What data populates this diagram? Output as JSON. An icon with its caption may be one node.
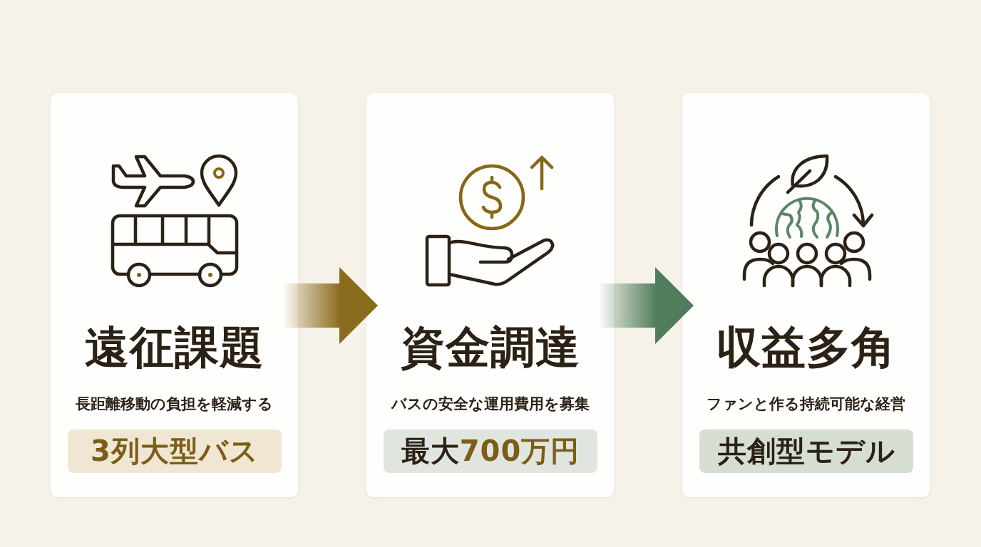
{
  "diagram": {
    "nodes": [
      {
        "text": [
          "遠征課題",
          "長距離移動の負担を軽減する"
        ]
      },
      {
        "text": [
          "3列大型バス"
        ],
        "in": 0
      },
      {
        "text": [
          "資金調達",
          "バスの安全な運用費用を募集"
        ]
      },
      {
        "text": [
          "最大700万円"
        ],
        "in": 2
      },
      {
        "text": [
          "収益多角",
          "ファンと作る持続可能な経営"
        ]
      },
      {
        "text": [
          "共創型モデル"
        ],
        "in": 4
      }
    ],
    "edges": [
      {
        "from": 0,
        "to": 2,
        "arrow": "to",
        "color": "#8a6a1c"
      },
      {
        "from": 2,
        "to": 4,
        "arrow": "to",
        "color": "#4f7d5b"
      }
    ]
  }
}
